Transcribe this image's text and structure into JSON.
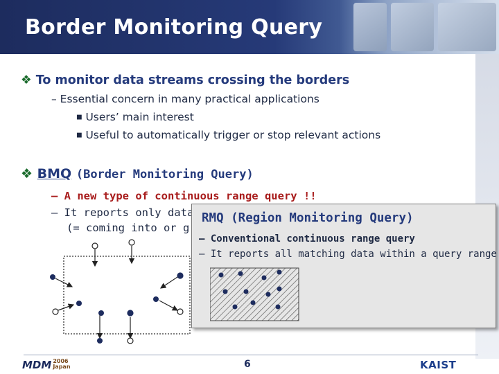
{
  "slide": {
    "title": "Border Monitoring Query",
    "page_number": "6"
  },
  "section1": {
    "bullet": "v",
    "heading": "To monitor data streams crossing the borders",
    "sub": "– Essential concern in many practical applications",
    "items": [
      "Users’ main interest",
      "Useful to automatically trigger or stop relevant actions"
    ],
    "item_marker": "§"
  },
  "section2": {
    "bullet": "v",
    "abbr": "BMQ",
    "full": "(Border Monitoring Query)",
    "line1": "– A new type of continuous range query !!",
    "line2": "– It reports only data",
    "line3": "(= coming into or g"
  },
  "rmq": {
    "title": "RMQ (Region Monitoring Query)",
    "line1": "– Conventional continuous range query",
    "line2": "– It reports all matching data within a query range"
  },
  "footer": {
    "logo_left": "MDM",
    "logo_left_year": "2006",
    "logo_left_place": "Japan",
    "logo_right": "KAIST"
  },
  "colors": {
    "header": "#1d2c5e",
    "accent_blue": "#243a7c",
    "highlight_red": "#a81c1c",
    "bullet_green": "#1a6b2c"
  }
}
